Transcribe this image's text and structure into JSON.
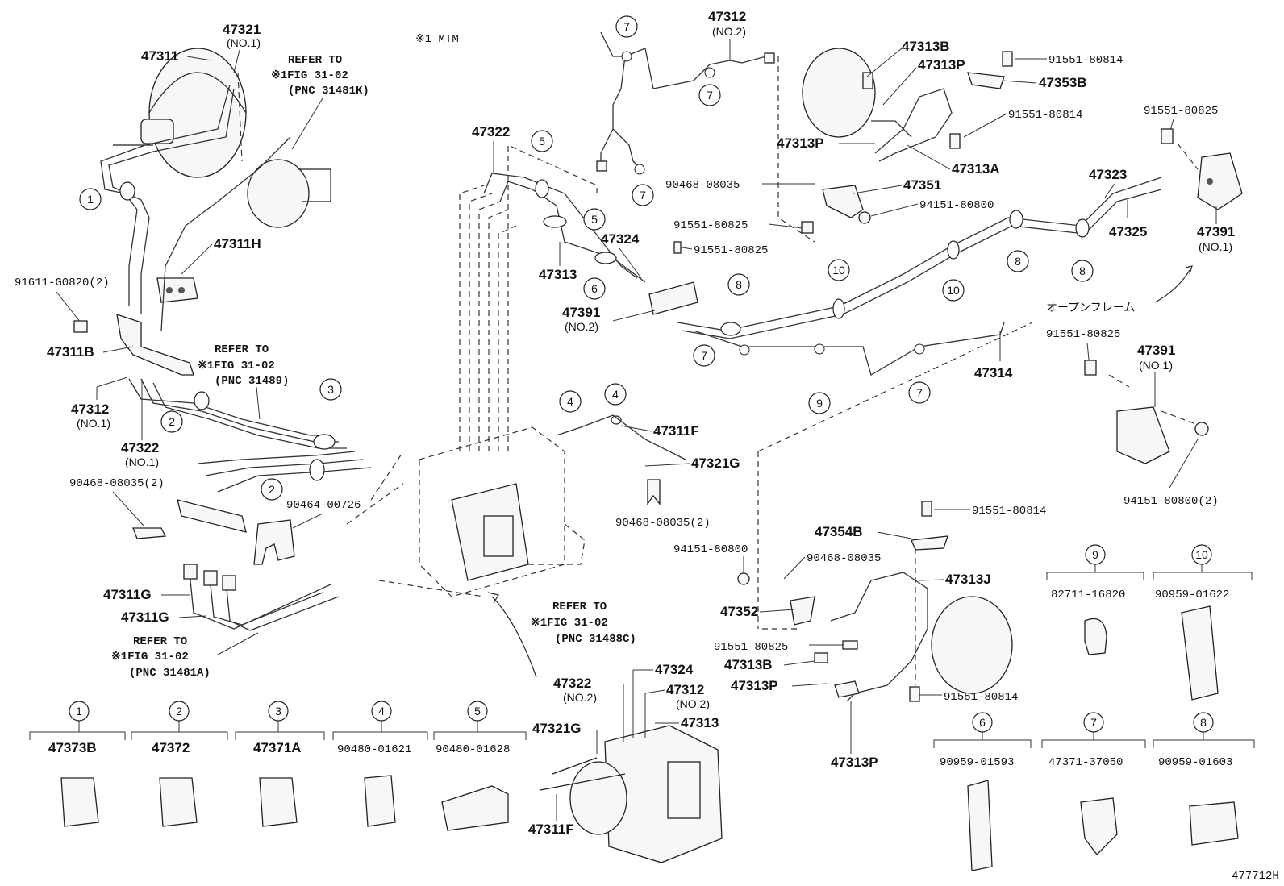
{
  "note_top": "※1 MTM",
  "open_frame": "オープンフレーム",
  "figure_id": "477712H",
  "refs": {
    "r1": {
      "l1": "REFER TO",
      "l2": "※1FIG 31-02",
      "l3": "(PNC 31481K)"
    },
    "r2": {
      "l1": "REFER TO",
      "l2": "※1FIG 31-02",
      "l3": "(PNC 31489)"
    },
    "r3": {
      "l1": "REFER TO",
      "l2": "※1FIG 31-02",
      "l3": "(PNC 31481A)"
    },
    "r4": {
      "l1": "REFER TO",
      "l2": "※1FIG 31-02",
      "l3": "(PNC 31488C)"
    }
  },
  "labels": {
    "p47321": "47321",
    "p47321_no": "(NO.1)",
    "p47311": "47311",
    "p47311H": "47311H",
    "p91611": "91611-G0820(2)",
    "p47311B": "47311B",
    "p47312a": "47312",
    "p47312a_no": "(NO.1)",
    "p47322a": "47322",
    "p47322a_no": "(NO.1)",
    "p90468a": "90468-08035(2)",
    "p90464": "90464-00726",
    "p47311Ga": "47311G",
    "p47311Gb": "47311G",
    "p47322b": "47322",
    "p47313a": "47313",
    "p47324a": "47324",
    "p47391b": "47391",
    "p47391b_no": "(NO.2)",
    "p47312b": "47312",
    "p47312b_no": "(NO.2)",
    "p91551_825a": "91551-80825",
    "p91551_825b": "91551-80825",
    "p90468b": "90468-08035",
    "p47313B": "47313B",
    "p47313P": "47313P",
    "p47353B": "47353B",
    "p91551_814a": "91551-80814",
    "p91551_814b": "91551-80814",
    "p47313Pb": "47313P",
    "p47313A": "47313A",
    "p47351": "47351",
    "p94151a": "94151-80800",
    "p47323": "47323",
    "p47325": "47325",
    "p91551_825c": "91551-80825",
    "p47391a": "47391",
    "p47391a_no": "(NO.1)",
    "p47314": "47314",
    "p47311F": "47311F",
    "p47321G": "47321G",
    "p90468c": "90468-08035(2)",
    "p91551_825d": "91551-80825",
    "p47391c": "47391",
    "p47391c_no": "(NO.1)",
    "p94151b": "94151-80800(2)",
    "p91551_814c": "91551-80814",
    "p47354B": "47354B",
    "p94151c": "94151-80800",
    "p90468d": "90468-08035",
    "p47313J": "47313J",
    "p47352": "47352",
    "p91551_825e": "91551-80825",
    "p47313Bb": "47313B",
    "p47313Pc": "47313P",
    "p91551_814d": "91551-80814",
    "p47313Pd": "47313P",
    "p47322c": "47322",
    "p47322c_no": "(NO.2)",
    "p47324b": "47324",
    "p47312c": "47312",
    "p47312c_no": "(NO.2)",
    "p47313b": "47313",
    "p47321Gb": "47321G",
    "p47311Fb": "47311F"
  },
  "legend": [
    {
      "num": "1",
      "part": "47373B"
    },
    {
      "num": "2",
      "part": "47372"
    },
    {
      "num": "3",
      "part": "47371A"
    },
    {
      "num": "4",
      "part": "90480-01621"
    },
    {
      "num": "5",
      "part": "90480-01628"
    },
    {
      "num": "6",
      "part": "90959-01593"
    },
    {
      "num": "7",
      "part": "47371-37050"
    },
    {
      "num": "8",
      "part": "90959-01603"
    },
    {
      "num": "9",
      "part": "82711-16820"
    },
    {
      "num": "10",
      "part": "90959-01622"
    }
  ],
  "callouts": {
    "c1": "1",
    "c2a": "2",
    "c2b": "2",
    "c3": "3",
    "c4a": "4",
    "c4b": "4",
    "c5a": "5",
    "c5b": "5",
    "c6": "6",
    "c7a": "7",
    "c7b": "7",
    "c7c": "7",
    "c7d": "7",
    "c7e": "7",
    "c8a": "8",
    "c8b": "8",
    "c8c": "8",
    "c9": "9",
    "c10a": "10",
    "c10b": "10"
  }
}
